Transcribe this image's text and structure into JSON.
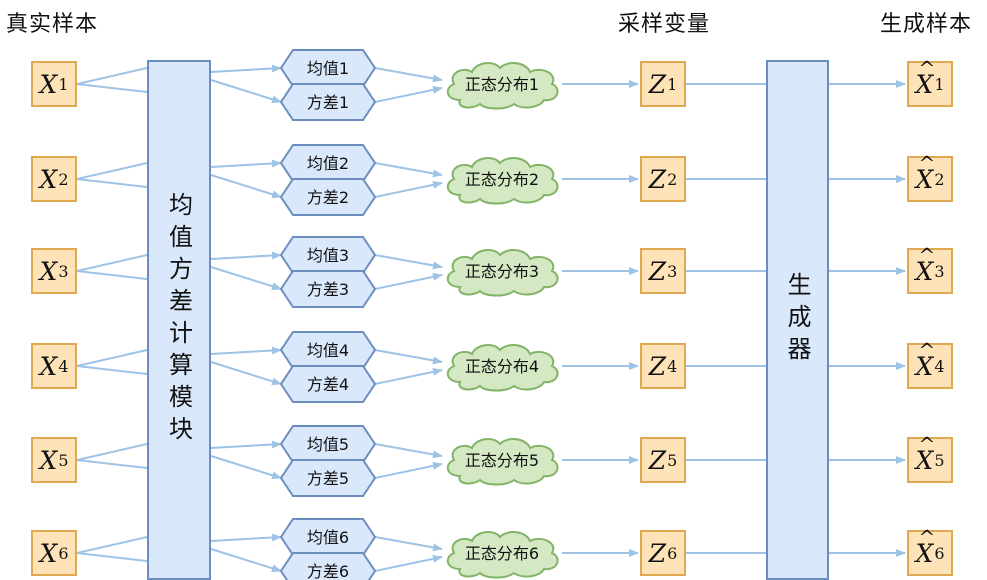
{
  "headings": {
    "real_samples": "真实样本",
    "sampled_vars": "采样变量",
    "generated_samples": "生成样本"
  },
  "mean_var_module": "均值方差计算模块",
  "generator": "生成器",
  "rows": [
    {
      "x_var": "X",
      "index": "1",
      "mean_label": "均值1",
      "var_label": "方差1",
      "dist_label": "正态分布1",
      "z_var": "Z"
    },
    {
      "x_var": "X",
      "index": "2",
      "mean_label": "均值2",
      "var_label": "方差2",
      "dist_label": "正态分布2",
      "z_var": "Z"
    },
    {
      "x_var": "X",
      "index": "3",
      "mean_label": "均值3",
      "var_label": "方差3",
      "dist_label": "正态分布3",
      "z_var": "Z"
    },
    {
      "x_var": "X",
      "index": "4",
      "mean_label": "均值4",
      "var_label": "方差4",
      "dist_label": "正态分布4",
      "z_var": "Z"
    },
    {
      "x_var": "X",
      "index": "5",
      "mean_label": "均值5",
      "var_label": "方差5",
      "dist_label": "正态分布5",
      "z_var": "Z"
    },
    {
      "x_var": "X",
      "index": "6",
      "mean_label": "均值6",
      "var_label": "方差6",
      "dist_label": "正态分布6",
      "z_var": "Z"
    }
  ],
  "colors": {
    "sample_fill": "#ffe3b8",
    "sample_stroke": "#e0a851",
    "module_fill": "#dae8fc",
    "module_stroke": "#6c8ebf",
    "cloud_fill": "#d5e8c4",
    "cloud_stroke": "#82b366",
    "arrow": "#9dc3e6"
  }
}
